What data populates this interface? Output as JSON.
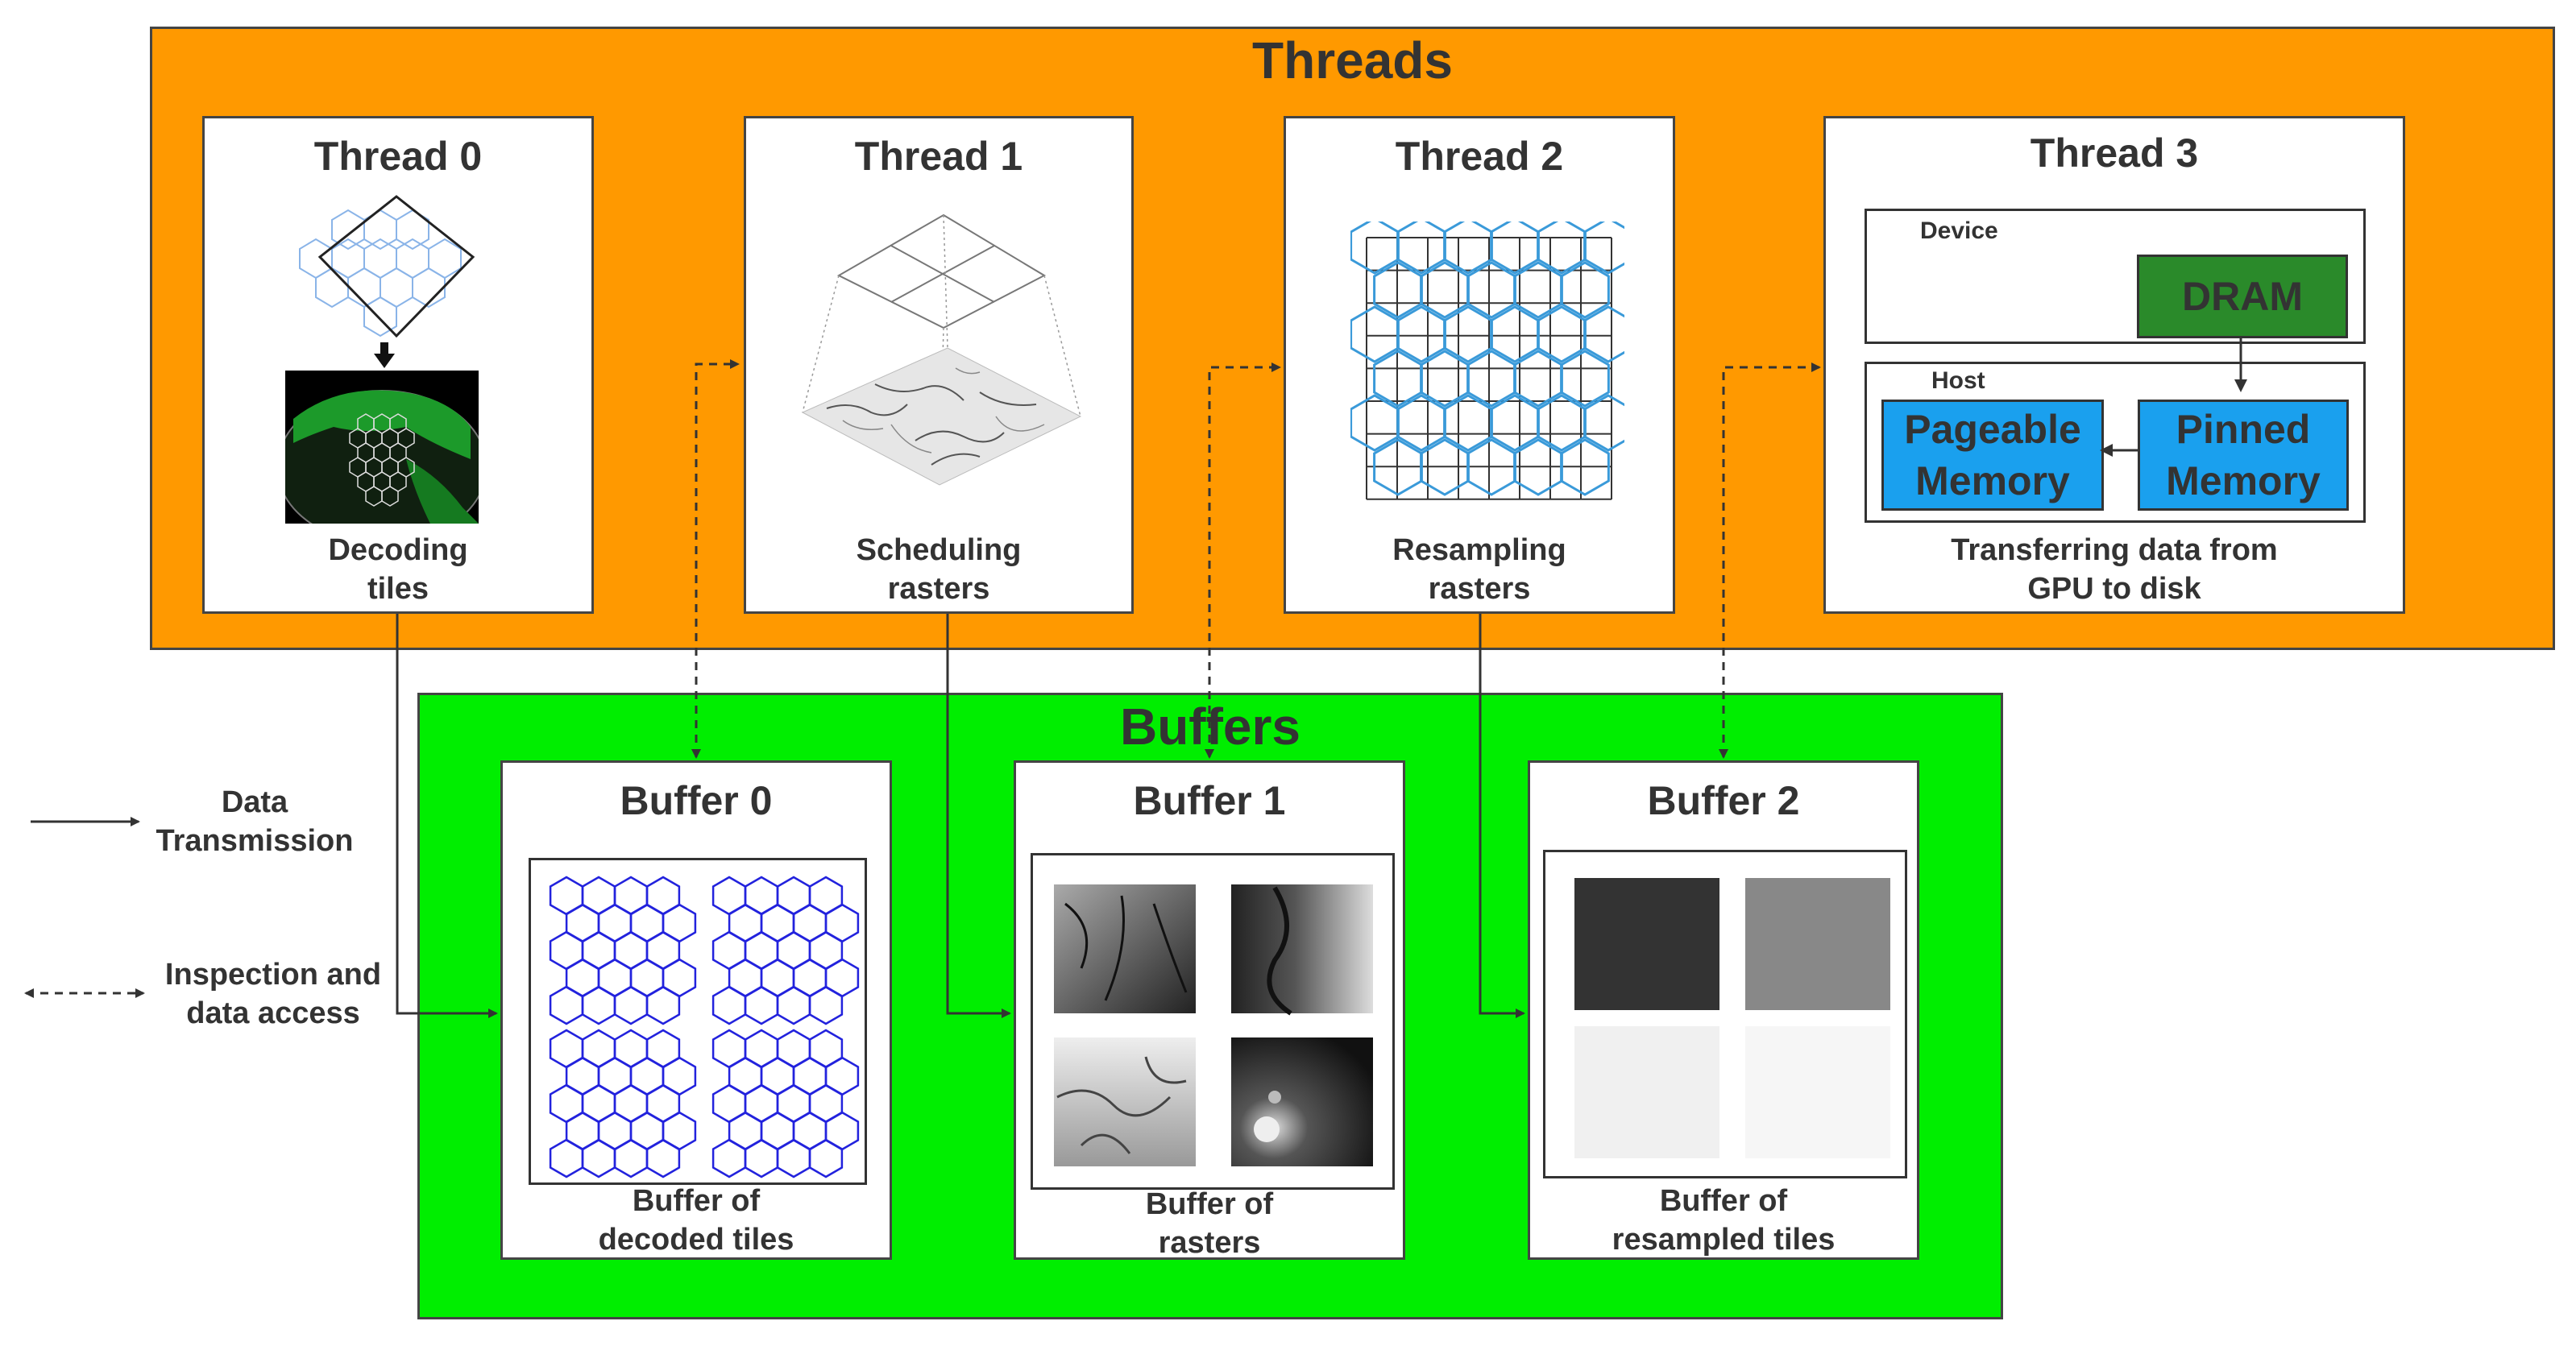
{
  "threads": {
    "title": "Threads",
    "items": [
      {
        "title": "Thread 0",
        "caption": [
          "Decoding",
          "tiles"
        ]
      },
      {
        "title": "Thread 1",
        "caption": [
          "Scheduling",
          "rasters"
        ]
      },
      {
        "title": "Thread 2",
        "caption": [
          "Resampling",
          "rasters"
        ]
      },
      {
        "title": "Thread 3",
        "caption": [
          "Transferring data from",
          "GPU to disk"
        ]
      }
    ],
    "thread3": {
      "device_label": "Device",
      "host_label": "Host",
      "dram": "DRAM",
      "pinned": [
        "Pinned",
        "Memory"
      ],
      "pageable": [
        "Pageable",
        "Memory"
      ]
    }
  },
  "buffers": {
    "title": "Buffers",
    "items": [
      {
        "title": "Buffer 0",
        "caption": [
          "Buffer of",
          "decoded tiles"
        ]
      },
      {
        "title": "Buffer 1",
        "caption": [
          "Buffer of",
          "rasters"
        ]
      },
      {
        "title": "Buffer 2",
        "caption": [
          "Buffer of",
          "resampled tiles"
        ]
      }
    ]
  },
  "legend": {
    "solid": [
      "Data",
      "Transmission"
    ],
    "dashed": [
      "Inspection and",
      "data access"
    ]
  },
  "colors": {
    "threads_bg": "#ff9900",
    "buffers_bg": "#00ee00",
    "dram": "#2a8a2a",
    "memory": "#1aa0ee",
    "hex_blue": "#2222dd",
    "hex_light": "#3a9ad9"
  }
}
